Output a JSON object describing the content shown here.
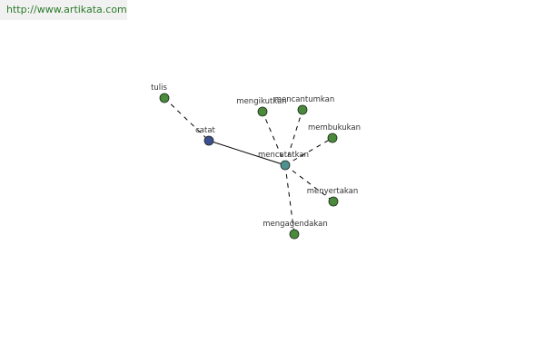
{
  "banner": {
    "url": "http://www.artikata.com"
  },
  "graph": {
    "colors": {
      "root_node": "#3c4f8f",
      "hub_node": "#4f9090",
      "leaf_node": "#4a8a3a",
      "outline": "#1e2a1e",
      "edge": "#000000"
    },
    "nodes": [
      {
        "id": "tulis",
        "label": "tulis",
        "kind": "leaf"
      },
      {
        "id": "catat",
        "label": "catat",
        "kind": "root"
      },
      {
        "id": "mencatatkan",
        "label": "mencatatkan",
        "kind": "hub"
      },
      {
        "id": "mengikutkan",
        "label": "mengikutkan",
        "kind": "leaf"
      },
      {
        "id": "mencantumkan",
        "label": "mencantumkan",
        "kind": "leaf"
      },
      {
        "id": "membukukan",
        "label": "membukukan",
        "kind": "leaf"
      },
      {
        "id": "menyertakan",
        "label": "menyertakan",
        "kind": "leaf"
      },
      {
        "id": "mengagendakan",
        "label": "mengagendakan",
        "kind": "leaf"
      }
    ],
    "edges": [
      {
        "from": "tulis",
        "to": "catat",
        "style": "dashed"
      },
      {
        "from": "catat",
        "to": "mencatatkan",
        "style": "solid"
      },
      {
        "from": "mencatatkan",
        "to": "mengikutkan",
        "style": "dashed"
      },
      {
        "from": "mencatatkan",
        "to": "mencantumkan",
        "style": "dashed"
      },
      {
        "from": "mencatatkan",
        "to": "membukukan",
        "style": "dashed"
      },
      {
        "from": "mencatatkan",
        "to": "menyertakan",
        "style": "dashed"
      },
      {
        "from": "mencatatkan",
        "to": "mengagendakan",
        "style": "dashed"
      }
    ]
  }
}
